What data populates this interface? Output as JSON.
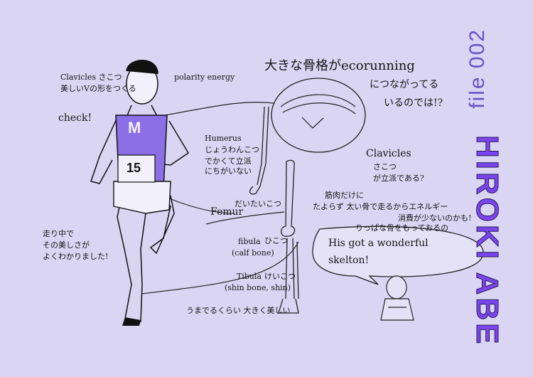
{
  "illustration": {
    "series": "file 002",
    "name": "HIROKI ABE",
    "headline": "大きな骨格がecorunning",
    "headline_sub_1": "につながってる",
    "headline_sub_2": "いるのでは!?",
    "clavicle_note_1": "Clavicles さこつ",
    "clavicle_note_2": "美しいVの形をつくる",
    "check": "check!",
    "polarity": "polarity energy",
    "humerus_1": "Humerus",
    "humerus_2": "じょうわんこつ",
    "humerus_3": "でかくて立派",
    "humerus_4": "にちがいない",
    "clavicles_label": "Clavicles",
    "clavicles_ja": "さこつ",
    "clavicles_note": "が立派である?",
    "femur_ja": "だいたいこつ",
    "femur": "Femur",
    "fibula": "fibula",
    "fibula_ja": "ひこつ",
    "fibula_en": "(calf bone)",
    "tibula": "Tibula",
    "tibula_ja": "けいこつ",
    "tibula_en": "(shin bone, shin)",
    "muscle_1": "筋肉だけに",
    "muscle_2": "たよらず 太い骨で走るからエネルギー",
    "muscle_3": "消費が少ないのかも!",
    "runner_note_1": "走り中で",
    "runner_note_2": "その美しさが",
    "runner_note_3": "よくわかりました!",
    "bottom_note": "うまでるくらい 大きく美しい",
    "bubble_ja": "りっぱな骨をもっておるの",
    "bubble_1": "His got a wonderful",
    "bubble_2": "skelton!",
    "bib": "15",
    "shirt_logo": "M",
    "colors": {
      "background": "#d9d5f3",
      "accent": "#7a45ee",
      "shirt": "#8c6ee6",
      "ink": "#151515"
    }
  }
}
